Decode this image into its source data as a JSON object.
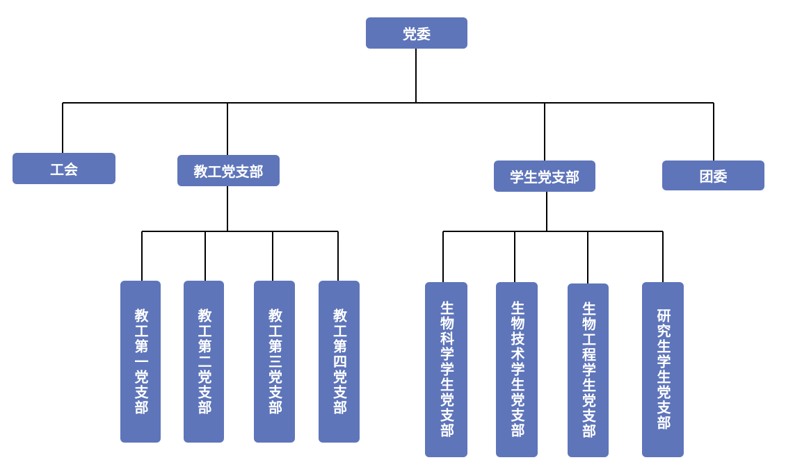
{
  "root": "党委",
  "level1": {
    "union": "工会",
    "faculty_branch": "教工党支部",
    "student_branch": "学生党支部",
    "youth_league": "团委"
  },
  "faculty_children": [
    "教工第一党支部",
    "教工第二党支部",
    "教工第三党支部",
    "教工第四党支部"
  ],
  "student_children": [
    "生物科学学生党支部",
    "生物技术学生党支部",
    "生物工程学生党支部",
    "研究生学生党支部"
  ],
  "colors": {
    "node_fill": "#5e75ba",
    "node_text": "#ffffff",
    "line": "#000000"
  }
}
